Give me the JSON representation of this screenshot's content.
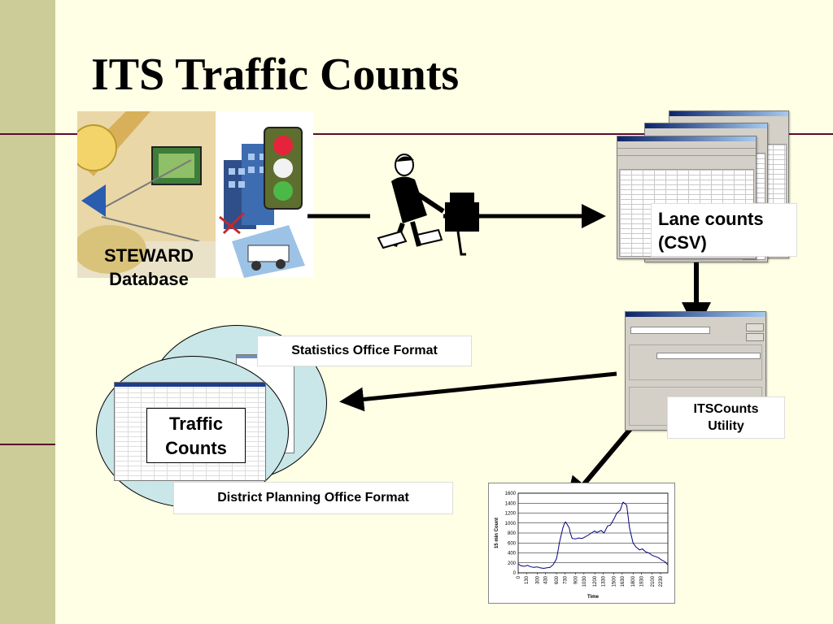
{
  "title": "ITS Traffic Counts",
  "steward_label": [
    "STEWARD",
    "Database"
  ],
  "lane_counts_label": [
    "Lane counts",
    "(CSV)"
  ],
  "stats_format_label": "Statistics Office Format",
  "traffic_counts_label": [
    "Traffic",
    "Counts"
  ],
  "district_format_label": "District Planning Office Format",
  "utility_label": [
    "ITSCounts",
    "Utility"
  ],
  "colors": {
    "background": "#FFFFE5",
    "left_band": "#CCCC99",
    "rule": "#5A0A2E",
    "oval_fill": "#C9E6E8",
    "arrow": "#000000"
  },
  "chart_data": {
    "type": "line",
    "ylabel": "15 min Count",
    "xlabel": "Time",
    "ylim": [
      0,
      1600
    ],
    "yticks": [
      0,
      200,
      400,
      600,
      800,
      1000,
      1200,
      1400,
      1600
    ],
    "xlim": [
      0,
      2345
    ],
    "xticks": [
      0,
      130,
      300,
      430,
      600,
      730,
      900,
      1030,
      1200,
      1330,
      1500,
      1630,
      1800,
      1930,
      2100,
      2230
    ],
    "grid": true,
    "legend": "none",
    "x": [
      0,
      45,
      100,
      145,
      200,
      245,
      300,
      345,
      400,
      445,
      500,
      545,
      600,
      630,
      645,
      700,
      730,
      745,
      800,
      815,
      845,
      900,
      945,
      1000,
      1045,
      1100,
      1145,
      1200,
      1230,
      1300,
      1345,
      1400,
      1445,
      1500,
      1545,
      1600,
      1630,
      1645,
      1700,
      1715,
      1745,
      1800,
      1845,
      1900,
      1945,
      2000,
      2045,
      2100,
      2145,
      2200,
      2245,
      2300,
      2345
    ],
    "y": [
      180,
      140,
      130,
      150,
      120,
      110,
      120,
      100,
      90,
      100,
      110,
      160,
      280,
      480,
      600,
      900,
      1010,
      1020,
      900,
      810,
      690,
      680,
      700,
      690,
      720,
      760,
      800,
      840,
      810,
      850,
      800,
      940,
      960,
      1080,
      1200,
      1260,
      1380,
      1420,
      1360,
      1200,
      900,
      600,
      520,
      460,
      480,
      420,
      400,
      350,
      330,
      300,
      260,
      220,
      160
    ]
  }
}
